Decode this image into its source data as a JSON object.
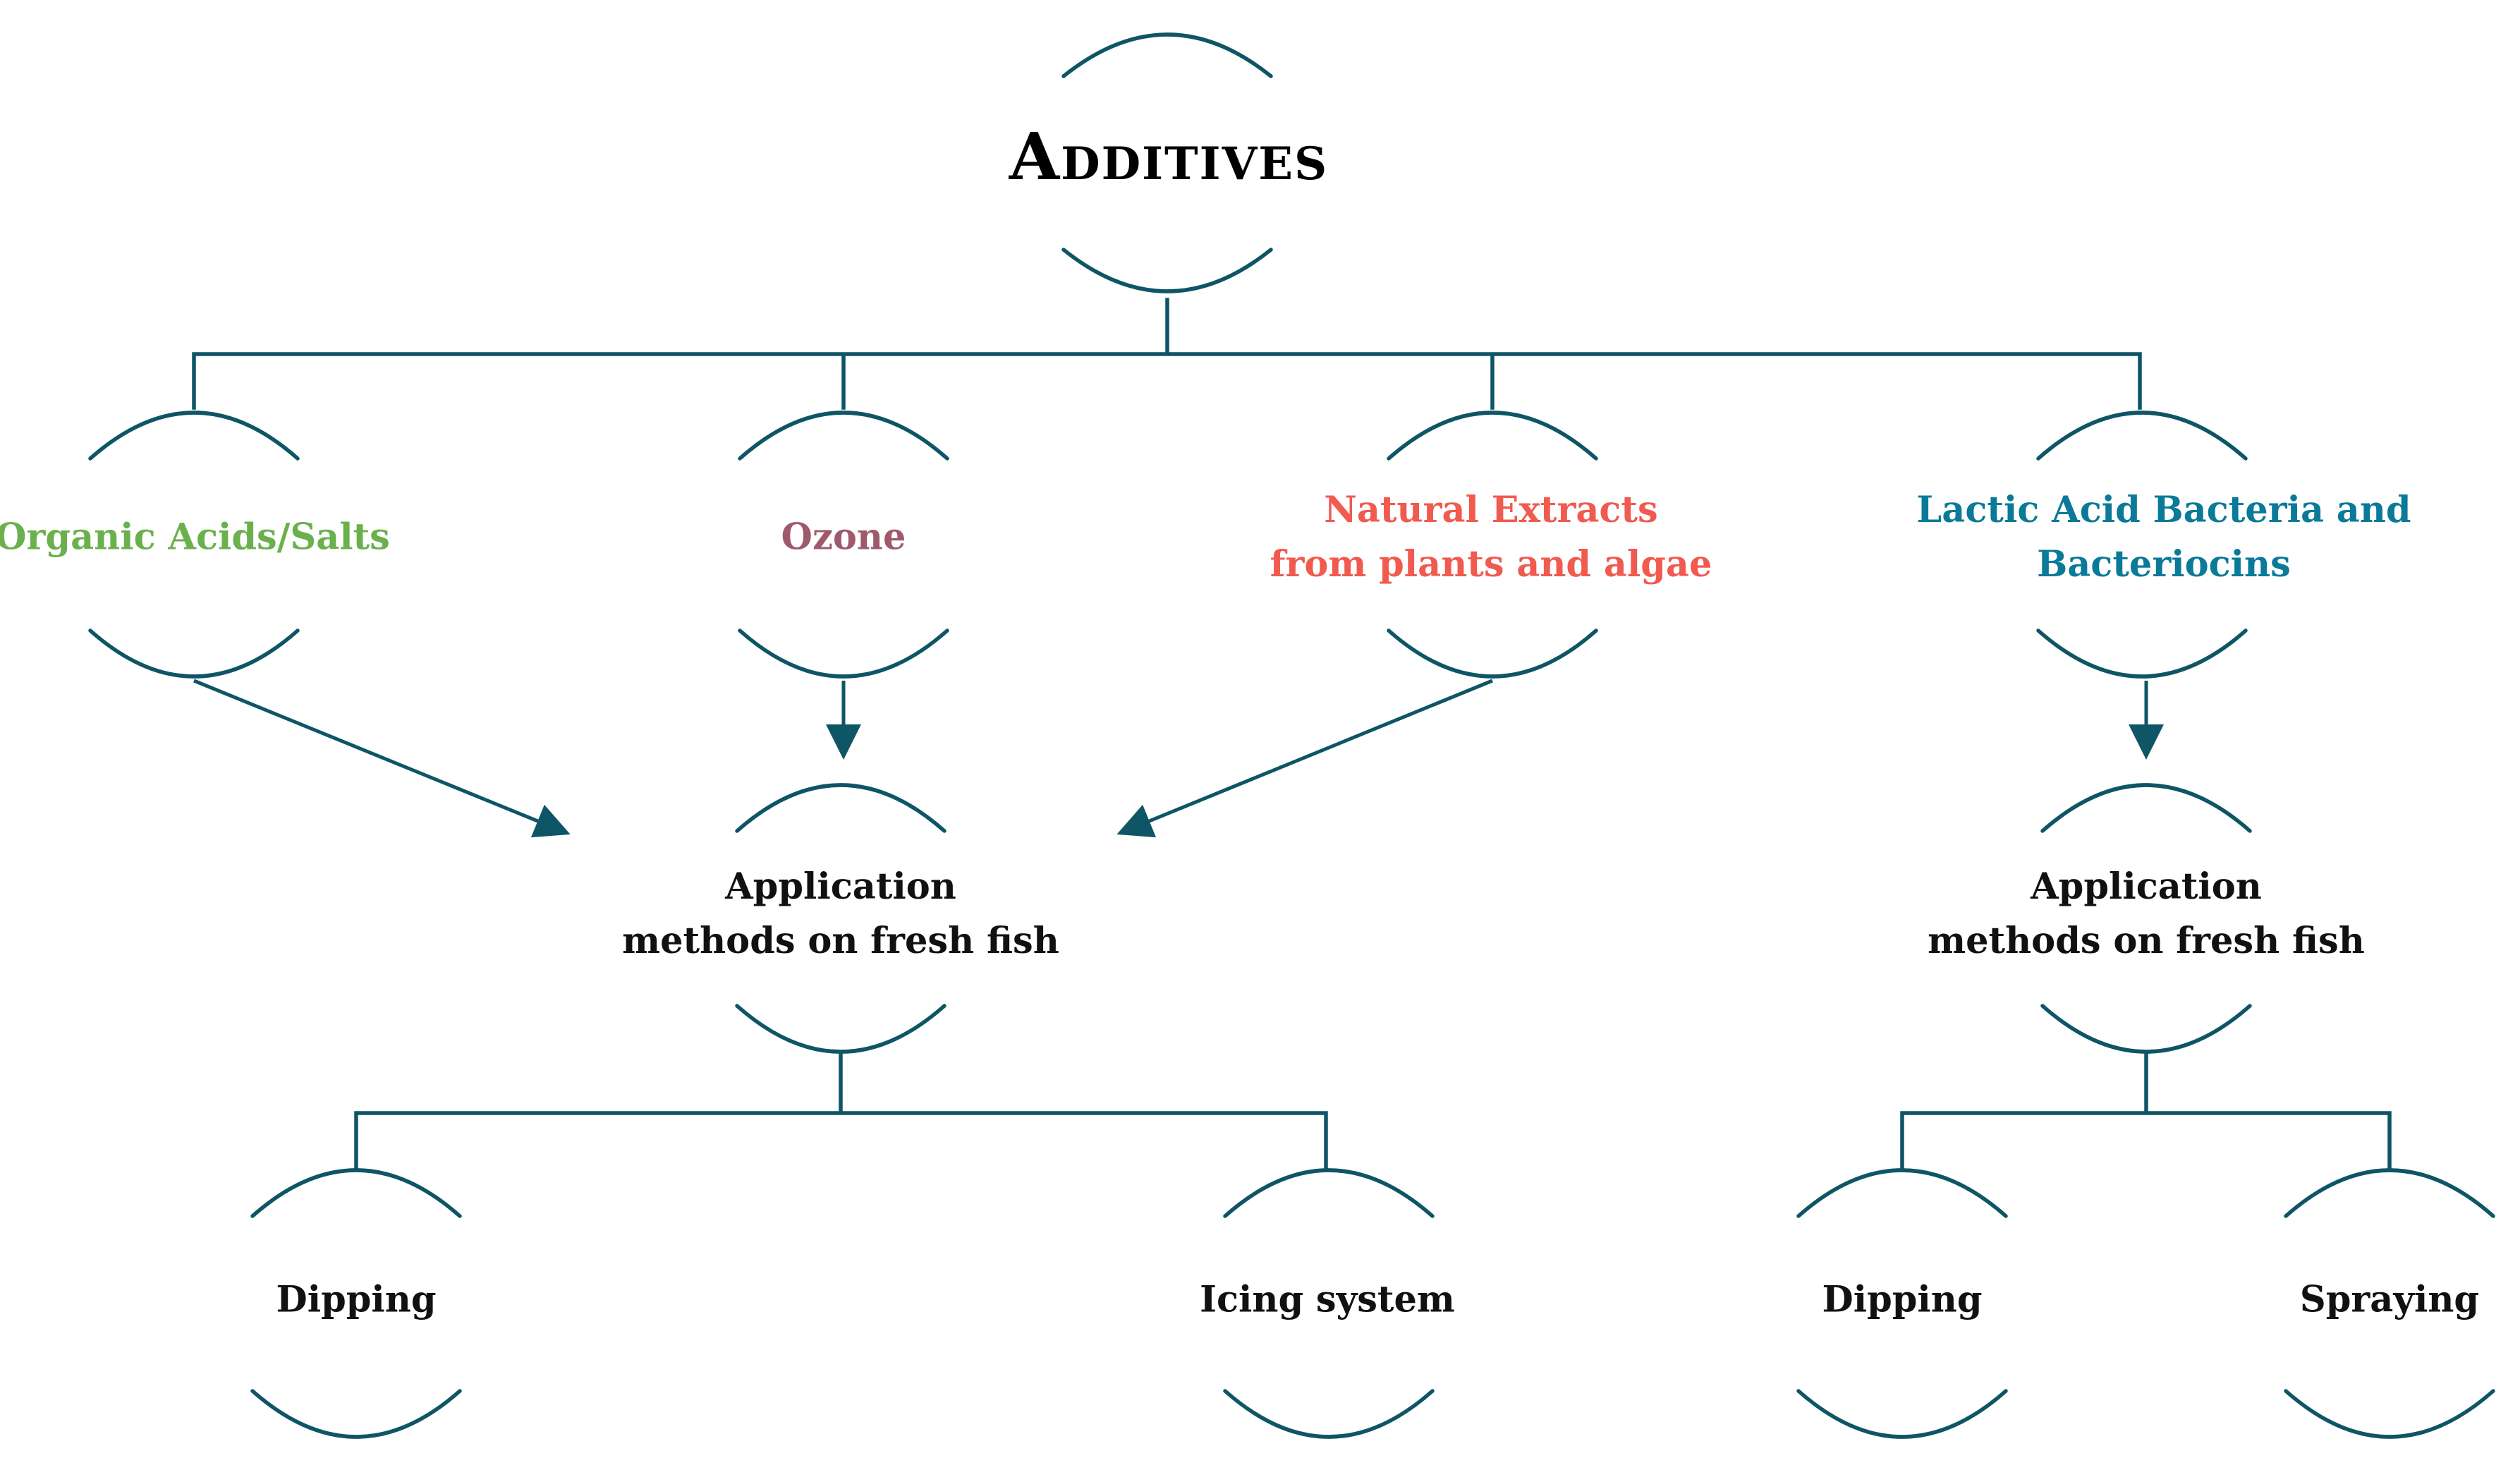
{
  "colors": {
    "line": "#0e5566",
    "title": "#000000",
    "organic": "#6ab04c",
    "ozone": "#9e5a6c",
    "natural": "#f05a4f",
    "lactic": "#0a7a98",
    "method": "#111111"
  },
  "nodes": {
    "root": {
      "label": "Additives"
    },
    "organic": {
      "label": "Organic Acids/Salts"
    },
    "ozone": {
      "label": "Ozone"
    },
    "natural": {
      "line1": "Natural Extracts",
      "line2": "from plants and algae"
    },
    "lactic": {
      "line1": "Lactic Acid Bacteria and",
      "line2": "Bacteriocins"
    },
    "app_left": {
      "line1": "Application",
      "line2": "methods on fresh fish"
    },
    "app_right": {
      "line1": "Application",
      "line2": "methods on fresh fish"
    },
    "dip_left": {
      "label": "Dipping"
    },
    "icing": {
      "label": "Icing system"
    },
    "dip_right": {
      "label": "Dipping"
    },
    "spraying": {
      "label": "Spraying"
    }
  }
}
